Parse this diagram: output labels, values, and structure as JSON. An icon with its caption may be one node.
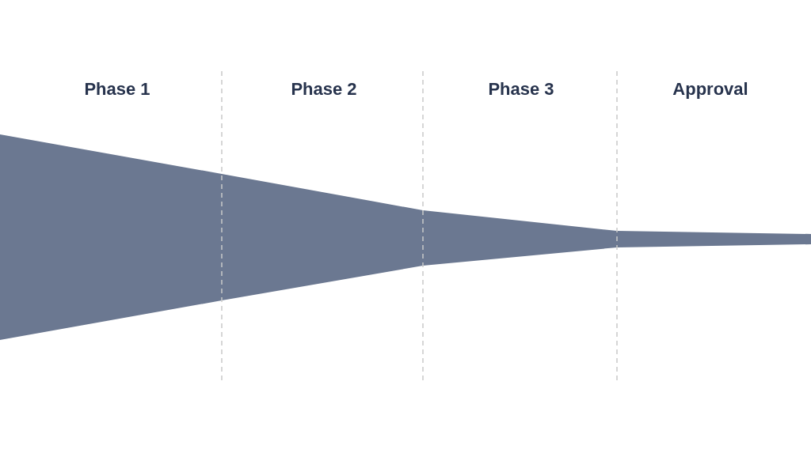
{
  "diagram": {
    "labels": [
      "Phase 1",
      "Phase 2",
      "Phase 3",
      "Approval"
    ]
  }
}
